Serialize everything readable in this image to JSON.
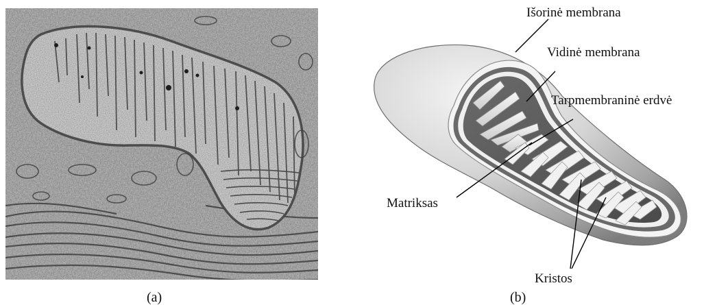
{
  "panels": {
    "a": {
      "label": "(a)"
    },
    "b": {
      "label": "(b)"
    }
  },
  "labels": {
    "outer_membrane": "Išorinė membrana",
    "inner_membrane": "Vidinė membrana",
    "intermembrane_space": "Tarpmembraninė erdvė",
    "matrix": "Matriksas",
    "cristae": "Kristos"
  },
  "colors": {
    "micrograph_bg": "#b9b9b9",
    "mito_fill": "#c8c8c8",
    "membrane_dark": "#4a4a4a",
    "outer_light": "#e6e6e6",
    "outer_shade": "#8f8f8f",
    "inner_dark": "#5b5b5b",
    "cristae_light": "#efefef"
  }
}
